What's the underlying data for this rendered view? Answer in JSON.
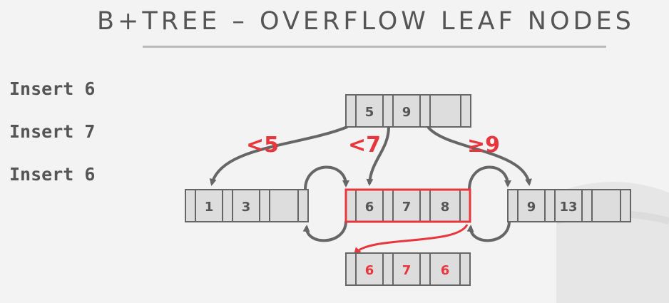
{
  "title": "B+TREE – OVERFLOW LEAF NODES",
  "operations": [
    "Insert 6",
    "Insert 7",
    "Insert 6"
  ],
  "edge_labels": {
    "lt5": "<5",
    "lt7": "<7",
    "ge9": "≥9"
  },
  "nodes": {
    "root": [
      "5",
      "9",
      ""
    ],
    "leaf_left": [
      "1",
      "3",
      ""
    ],
    "leaf_mid": [
      "6",
      "7",
      "8"
    ],
    "leaf_right": [
      "9",
      "13",
      ""
    ],
    "overflow": [
      "6",
      "7",
      "6"
    ]
  },
  "colors": {
    "accent": "#e8363d",
    "node_border": "#666666",
    "node_fill": "#d8d8d8",
    "text": "#555555",
    "arrow": "#666666"
  }
}
